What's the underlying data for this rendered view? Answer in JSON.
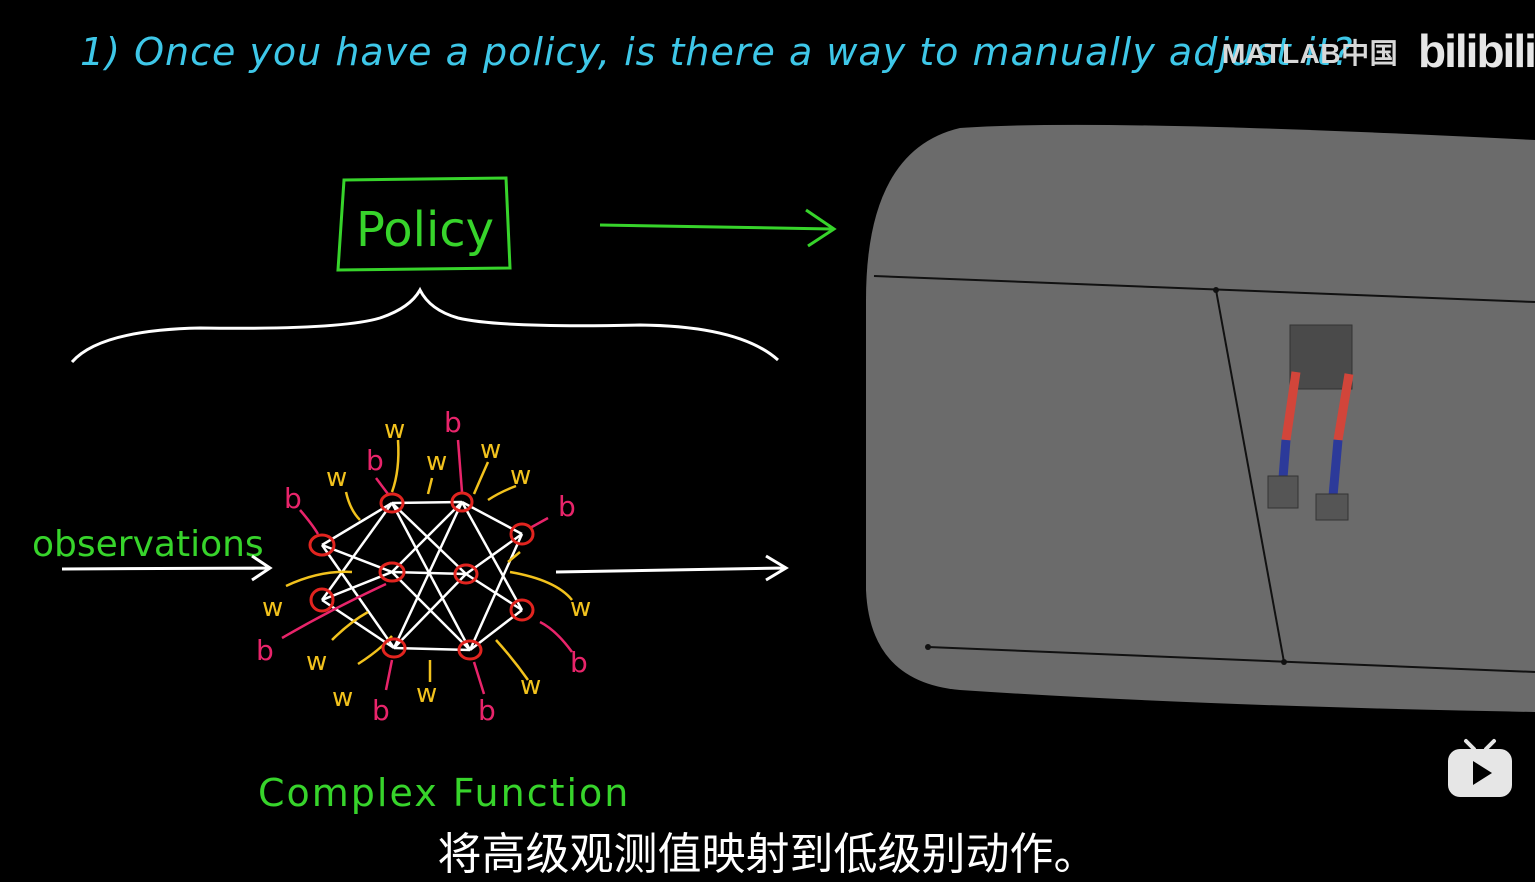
{
  "video": {
    "question_text": "1) Once you have a policy, is there a way to manually adjust it?",
    "brand_text": "MATLAB中国",
    "logo_text": "bilibili",
    "subtitle_text": "将高级观测值映射到低级别动作。"
  },
  "diagram": {
    "policy_label": "Policy",
    "observations_label": "observations",
    "function_label": "Complex Function",
    "weight_symbol": "w",
    "bias_symbol": "b"
  },
  "colors": {
    "question": "#3ec7e8",
    "green": "#37d42b",
    "node": "#e2241f",
    "weight": "#f2c21d",
    "bias": "#e8246a",
    "ground": "#6b6b6b",
    "lines": "#ffffff"
  },
  "controls": {
    "play_icon": "bilibili-tv-play-icon"
  }
}
